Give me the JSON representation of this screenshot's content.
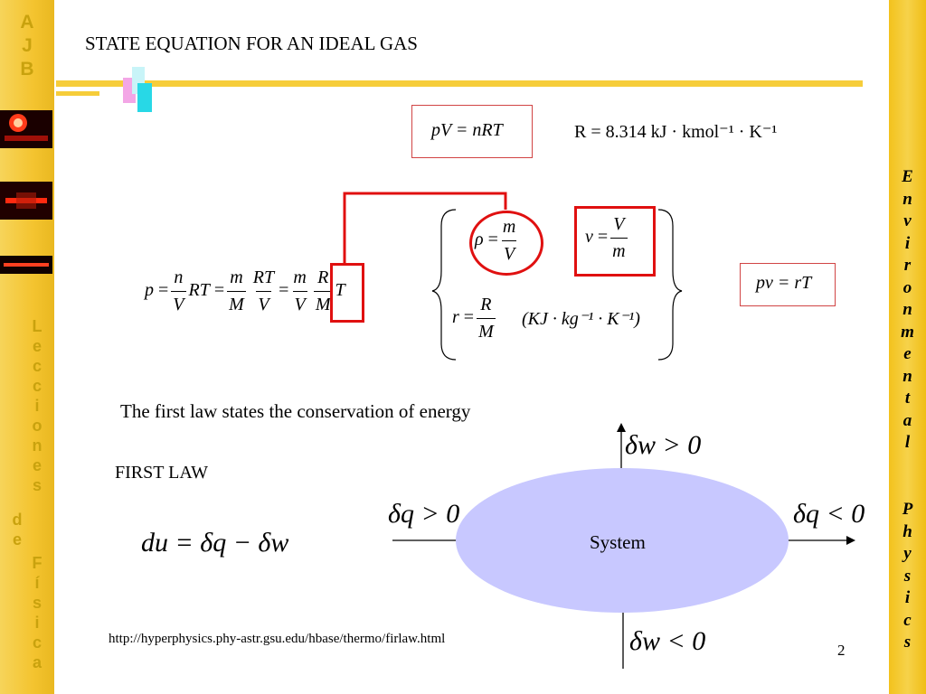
{
  "branding": {
    "left_top_letters": [
      "A",
      "J",
      "B"
    ],
    "left_vertical_1": [
      "L",
      "e",
      "c",
      "c",
      "i",
      "o",
      "n",
      "e",
      "s"
    ],
    "left_vertical_2": [
      "d",
      "e"
    ],
    "left_vertical_3": [
      "F",
      "í",
      "s",
      "i",
      "c",
      "a"
    ],
    "right_vertical_1": [
      "E",
      "n",
      "v",
      "i",
      "r",
      "o",
      "n",
      "m",
      "e",
      "n",
      "t",
      "a",
      "l"
    ],
    "right_vertical_2": [
      "P",
      "h",
      "y",
      "s",
      "i",
      "c",
      "s"
    ],
    "colors": {
      "bar_yellow": "#f4c430",
      "letter_gold": "#c9a20e",
      "box_red": "#e01010",
      "ellipse": "#c8c8ff"
    }
  },
  "slide": {
    "title": "STATE EQUATION FOR AN IDEAL GAS",
    "sentence": "The first law states the conservation of energy",
    "first_law_label": "FIRST LAW",
    "system_label": "System",
    "url": "http://hyperphysics.phy-astr.gsu.edu/hbase/thermo/firlaw.html",
    "page_number": "2"
  },
  "equations": {
    "ideal_gas": "pV = nRT",
    "r_constant": "R = 8.314   kJ · kmol⁻¹ · K⁻¹",
    "specific_form": "pv = rT",
    "first_law": "du = δq − δw",
    "heat_in": "δq > 0",
    "heat_out": "δq < 0",
    "work_out": "δw > 0",
    "work_in": "δw < 0",
    "r_units": "(KJ · kg⁻¹ · K⁻¹)"
  }
}
